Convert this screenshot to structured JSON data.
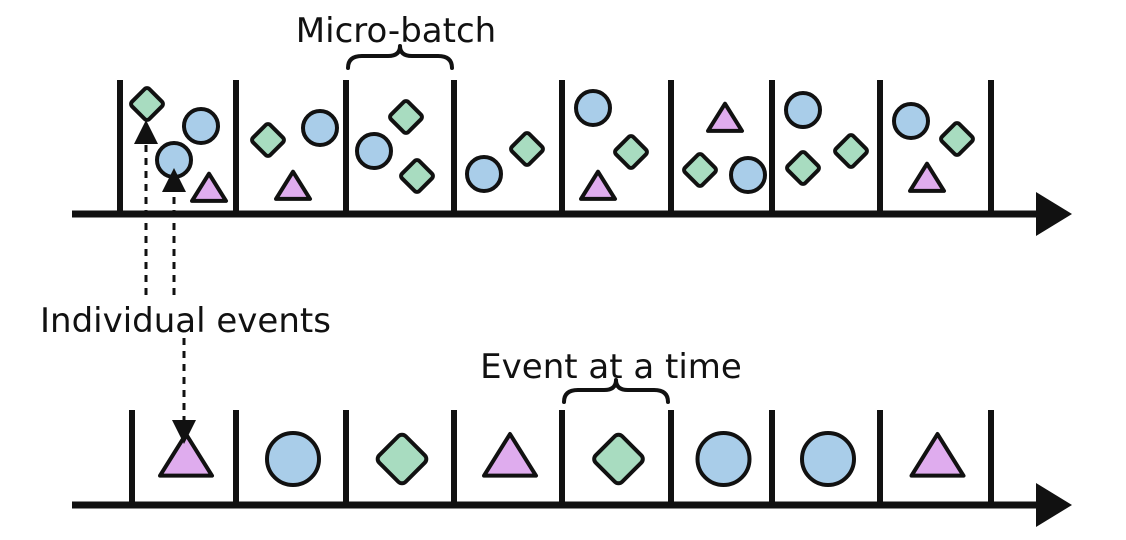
{
  "labels": {
    "micro_batch": "Micro-batch",
    "individual_events": "Individual events",
    "event_at_a_time": "Event at a time"
  },
  "colors": {
    "circle": "#a9cde9",
    "diamond": "#a8dcc0",
    "triangle": "#dfacee",
    "stroke": "#111111"
  },
  "timelines": [
    {
      "name": "micro-batch-timeline",
      "bins": [
        [
          "diamond",
          "circle",
          "circle",
          "triangle"
        ],
        [
          "diamond",
          "circle",
          "triangle"
        ],
        [
          "diamond",
          "circle",
          "diamond"
        ],
        [
          "circle",
          "diamond"
        ],
        [
          "circle",
          "diamond",
          "triangle"
        ],
        [
          "triangle",
          "diamond",
          "circle"
        ],
        [
          "circle",
          "diamond",
          "diamond"
        ],
        [
          "circle",
          "diamond",
          "triangle"
        ]
      ]
    },
    {
      "name": "event-at-a-time-timeline",
      "bins": [
        [
          "triangle"
        ],
        [
          "circle"
        ],
        [
          "diamond"
        ],
        [
          "triangle"
        ],
        [
          "diamond"
        ],
        [
          "circle"
        ],
        [
          "circle"
        ],
        [
          "triangle"
        ]
      ]
    }
  ]
}
